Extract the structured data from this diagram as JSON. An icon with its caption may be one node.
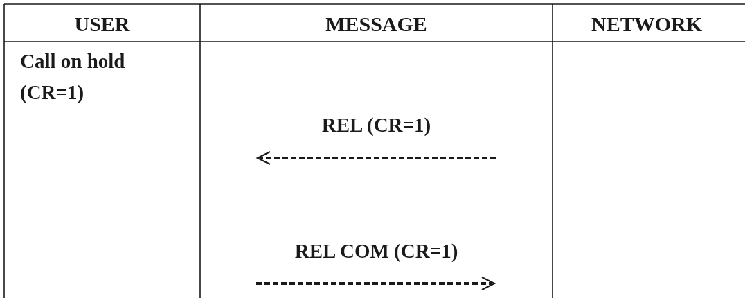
{
  "diagram": {
    "labels": [
      "USER",
      "MESSAGE",
      "NETWORK",
      "Call on hold (CR=1)",
      "REL (CR=1)",
      "REL COM (CR=1)"
    ]
  }
}
